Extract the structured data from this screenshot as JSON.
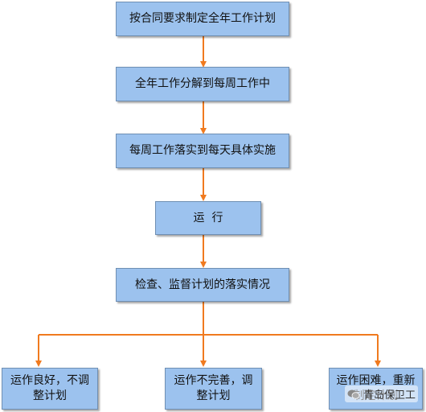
{
  "flowchart": {
    "step1": "按合同要求制定全年工作计划",
    "step2": "全年工作分解到每周工作中",
    "step3": "每周工作落实到每天具体实施",
    "step4": "运  行",
    "step5": "检查、监督计划的落实情况",
    "outcomes": {
      "left": "运作良好，不调整计划",
      "middle": "运作不完善，调整计划",
      "right": "运作困难，重新制定计划"
    }
  },
  "watermark": {
    "text": "青岛保卫工"
  },
  "colors": {
    "box_fill": "#9cc2ee",
    "box_border": "#6f8fb3",
    "connector": "#f07a1f"
  }
}
